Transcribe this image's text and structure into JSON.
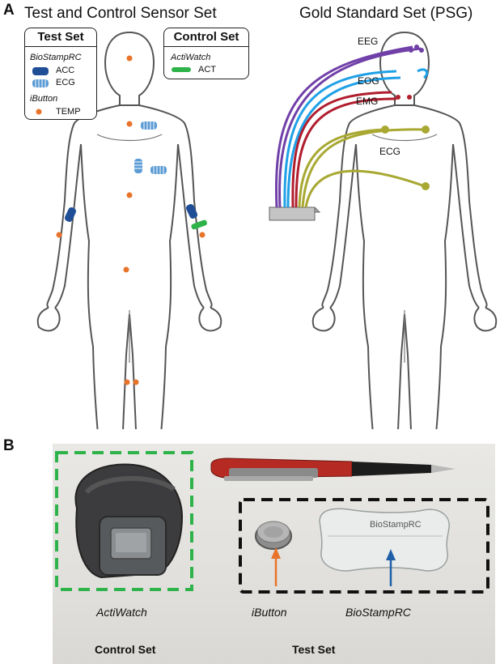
{
  "panel_a": {
    "letter": "A",
    "left_heading": "Test and Control Sensor Set",
    "right_heading": "Gold Standard Set (PSG)",
    "test_set_box": {
      "title": "Test Set",
      "device1": "BioStampRC",
      "acc_label": "ACC",
      "ecg_label": "ECG",
      "device2": "iButton",
      "temp_label": "TEMP"
    },
    "control_set_box": {
      "title": "Control Set",
      "device": "ActiWatch",
      "act_label": "ACT"
    },
    "psg_labels": {
      "eeg": "EEG",
      "eog": "EOG",
      "emg": "EMG",
      "ecg": "ECG"
    },
    "colors": {
      "acc": "#1f4e96",
      "ecg_sensor": "#5b9bd5",
      "temp": "#e8732a",
      "act": "#2eb34a",
      "eeg": "#7040a8",
      "eog": "#1fa0e6",
      "emg": "#b01e2e",
      "ecg_wire": "#a8a832"
    }
  },
  "panel_b": {
    "letter": "B",
    "actiwatch_label": "ActiWatch",
    "ibutton_label": "iButton",
    "biostamp_label": "BioStampRC",
    "biostamp_print": "BioStampRC",
    "control_set_label": "Control Set",
    "test_set_label": "Test Set",
    "colors": {
      "control_border": "#2eb34a",
      "test_border": "#111111",
      "ibutton_arrow": "#e8732a",
      "biostamp_arrow": "#1f5fa8"
    }
  }
}
